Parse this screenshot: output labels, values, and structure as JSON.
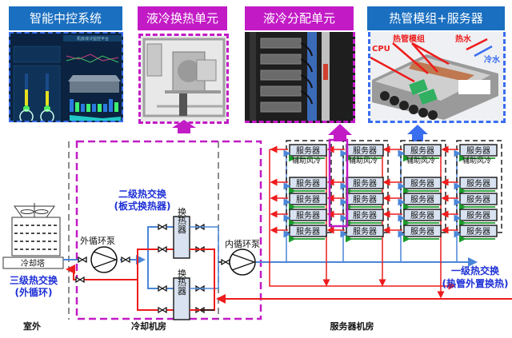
{
  "panels": [
    {
      "title": "智能中控系统",
      "theme": "blue"
    },
    {
      "title": "液冷换热单元",
      "theme": "magenta"
    },
    {
      "title": "液冷分配单元",
      "theme": "magenta"
    },
    {
      "title": "热管模组+服务器",
      "theme": "blue"
    }
  ],
  "control_screen": {
    "header": "机房液冷监控平台"
  },
  "heatpipe_image": {
    "labels": {
      "heatpipe": "热管模组",
      "cpu": "CPU",
      "hot_water": "热水",
      "cold_water": "冷水"
    }
  },
  "cooling_tower": {
    "label": "冷却塔"
  },
  "tertiary": {
    "line1": "三级热交换",
    "line2": "(外循环)"
  },
  "secondary": {
    "line1": "二级热交换",
    "line2": "(板式换热器)"
  },
  "primary": {
    "line1": "一级热交换",
    "line2": "(热管外置换热)"
  },
  "pumps": {
    "outer": "外循环泵",
    "inner": "内循环泵"
  },
  "heat_exchanger": {
    "label": "换热器"
  },
  "server_label": "服务器",
  "aux_air_label": "辅助风冷",
  "zones": {
    "outdoor": "室外",
    "cooling_room": "冷却机房",
    "server_room": "服务器机房"
  },
  "colors": {
    "blue_header": "#1a6fc0",
    "magenta": "#c21bc6",
    "hot": "#ee1c1c",
    "cold": "#4a86d8",
    "air": "#1a9a2a",
    "blue_text": "#1d2fd6"
  }
}
